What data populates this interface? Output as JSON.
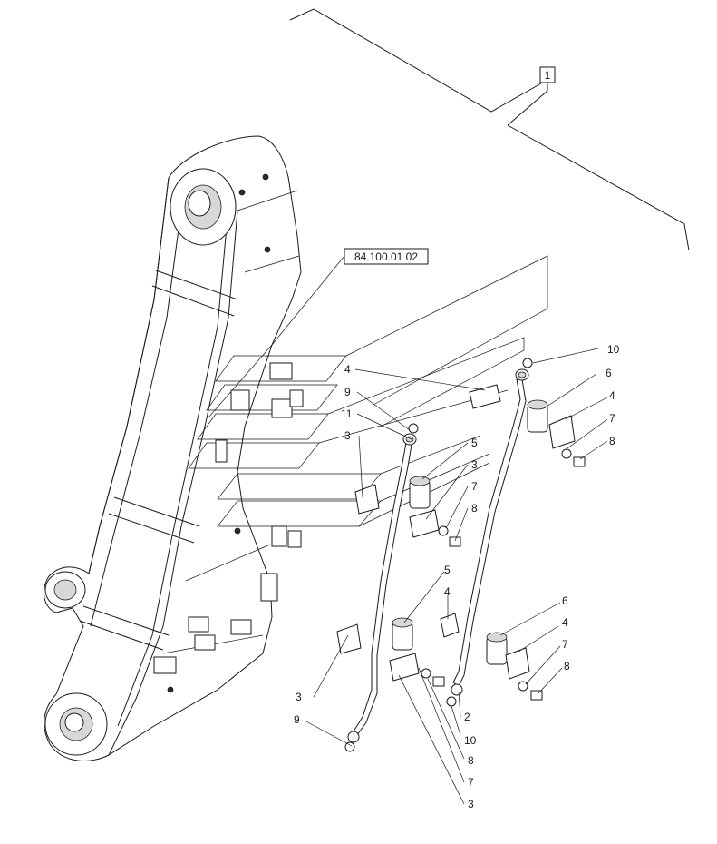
{
  "assembly_label": "1",
  "reference_label": "84.100.01 02",
  "callouts": {
    "c10a": "10",
    "c6a": "6",
    "c4a": "4",
    "c7a": "7",
    "c8a": "8",
    "c4b": "4",
    "c9a": "9",
    "c11": "11",
    "c3a": "3",
    "c5a": "5",
    "c3b": "3",
    "c7b": "7",
    "c8b": "8",
    "c5b": "5",
    "c4c": "4",
    "c6b": "6",
    "c4d": "4",
    "c7c": "7",
    "c8c": "8",
    "c3c": "3",
    "c2": "2",
    "c9b": "9",
    "c10b": "10",
    "c8d": "8",
    "c7d": "7",
    "c3d": "3"
  }
}
